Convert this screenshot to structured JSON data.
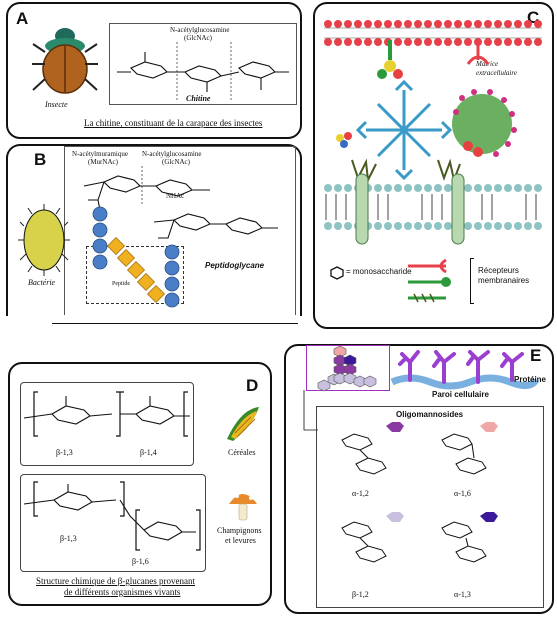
{
  "panelA": {
    "letter": "A",
    "insect_label": "Insecte",
    "glcnac_name": "N-acétylglucosamine",
    "glcnac_abbr": "(GlcNAc)",
    "chitin_label": "Chitine",
    "caption": "La chitine, constituant de la carapace des insectes"
  },
  "panelB": {
    "letter": "B",
    "murnac_name": "N-acétylmuramique",
    "murnac_abbr": "(MurNAc)",
    "glcnac_name": "N-acétylglucosamine",
    "glcnac_abbr": "(GlcNAc)",
    "nhac": "NHAc",
    "bacteria_label": "Bactérie",
    "peptide_label": "Peptide",
    "peptidoglycan_label": "Peptidoglycane"
  },
  "panelC": {
    "letter": "C",
    "matrix_line1": "Matrice",
    "matrix_line2": "extracellulaire",
    "mono_legend": "= monosaccharide",
    "receptors_line1": "Récepteurs",
    "receptors_line2": "membranaires"
  },
  "panelD": {
    "letter": "D",
    "link1": "β-1,3",
    "link2": "β-1,4",
    "cereals": "Céréales",
    "link3": "β-1,3",
    "link4": "β-1,6",
    "mushrooms_line1": "Champignons",
    "mushrooms_line2": "et levures",
    "caption_line1": "Structure chimique de β-glucanes provenant",
    "caption_line2": "de différents organismes vivants"
  },
  "panelE": {
    "letter": "E",
    "protein": "Protéine",
    "cell_wall": "Paroi cellulaire",
    "oligo_title": "Oligomannosides",
    "l1": "α-1,2",
    "l2": "α-1,6",
    "l3": "β-1,2",
    "l4": "α-1,3"
  },
  "colors": {
    "mono_dark_purple": "#4b2a91",
    "mono_pink": "#f2a7a7",
    "mono_lavender": "#c9c0e0",
    "mono_indigo": "#3a1a9a",
    "membrane_red": "#e8404a",
    "membrane_teal": "#8ec3c3",
    "blue_sphere": "#4a7fc8",
    "peptide_orange": "#f0b020",
    "magenta_protein": "#9b3fd0"
  }
}
